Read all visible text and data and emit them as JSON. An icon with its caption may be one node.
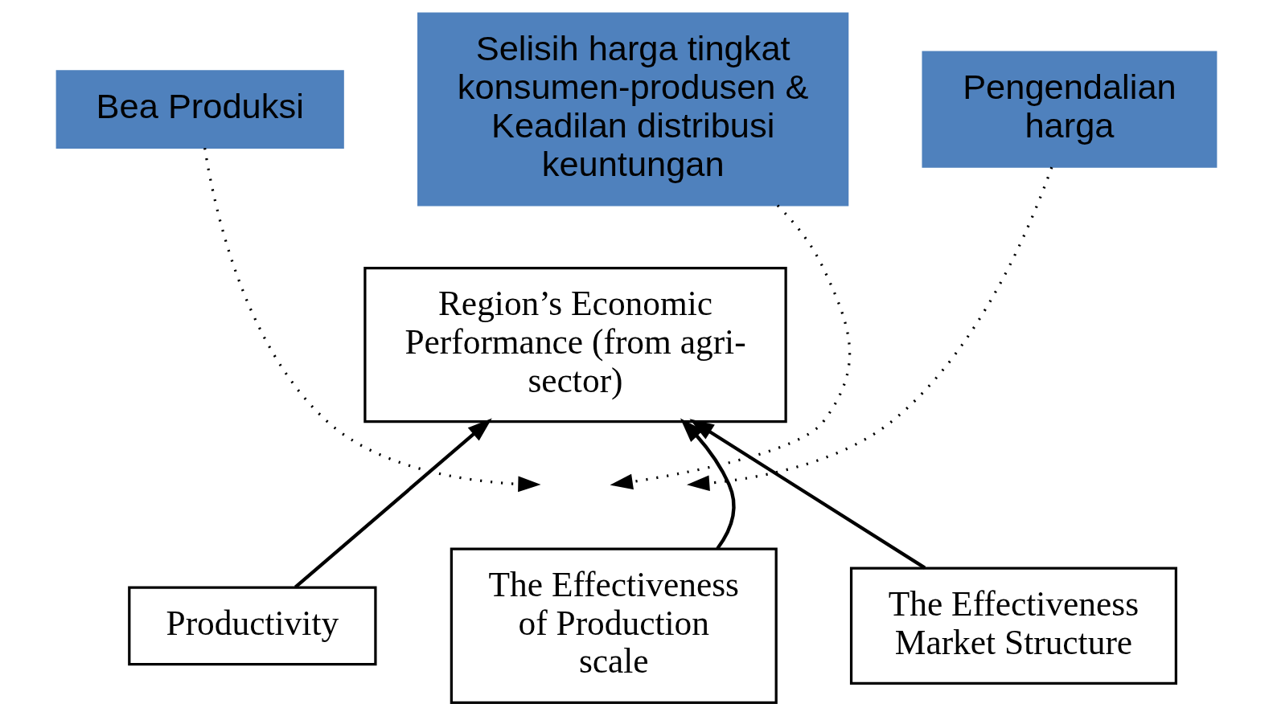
{
  "diagram": {
    "nodes": [
      {
        "text": [
          "Bea Produksi"
        ]
      },
      {
        "text": [
          "Selisih harga tingkat konsumen-produsen & Keadilan distribusi keuntungan"
        ]
      },
      {
        "text": [
          "Pengendalian harga"
        ]
      },
      {
        "text": [
          "Region’s Economic Performance (from agri-sector)"
        ]
      },
      {
        "text": [
          "Productivity"
        ]
      },
      {
        "text": [
          "The Effectiveness of Production scale"
        ]
      },
      {
        "text": [
          "The Effectiveness Market Structure"
        ]
      }
    ],
    "edges": [
      {
        "from": 4,
        "to": 3,
        "arrow": "to"
      },
      {
        "from": 5,
        "to": 3,
        "arrow": "to"
      },
      {
        "from": 6,
        "to": 3,
        "arrow": "to"
      },
      {
        "from": 0,
        "to": null,
        "arrow": "to",
        "style": "dashed"
      },
      {
        "from": 1,
        "to": null,
        "arrow": "to",
        "style": "dashed"
      },
      {
        "from": 2,
        "to": null,
        "arrow": "to",
        "style": "dashed"
      }
    ]
  }
}
